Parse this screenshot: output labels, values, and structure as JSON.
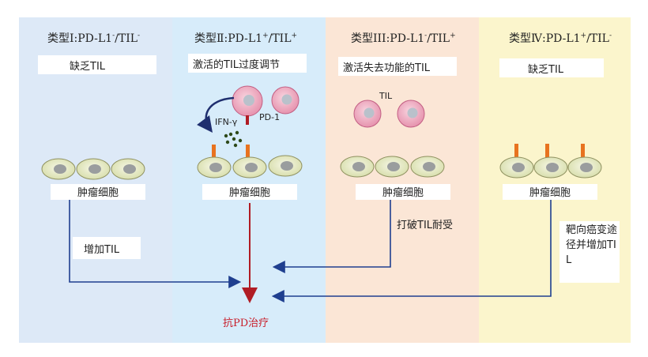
{
  "panels": [
    {
      "title_prefix": "类型Ⅰ:PD-L1",
      "title_sup1": "-",
      "title_mid": "/TIL",
      "title_sup2": "-",
      "status": "缺乏TIL",
      "cell_label": "肿瘤细胞",
      "action": "增加TIL"
    },
    {
      "title_prefix": "类型Ⅱ:PD-L1",
      "title_sup1": "+",
      "title_mid": "/TIL",
      "title_sup2": "+",
      "status": "激活的TIL过度调节",
      "cell_label": "肿瘤细胞"
    },
    {
      "title_prefix": "类型III:PD-L1",
      "title_sup1": "-",
      "title_mid": "/TIL",
      "title_sup2": "+",
      "status": "激活失去功能的TIL",
      "cell_label": "肿瘤细胞",
      "action": "打破TIL耐受"
    },
    {
      "title_prefix": "类型Ⅳ:PD-L1",
      "title_sup1": "+",
      "title_mid": "/TIL",
      "title_sup2": "-",
      "status": "缺乏TIL",
      "cell_label": "肿瘤细胞",
      "action": "靶向癌变途径并增加TIL"
    }
  ],
  "panel2_labels": {
    "ifn": "IFN-γ",
    "pd1": "PD-1"
  },
  "panel3_labels": {
    "til": "TIL"
  },
  "target": "抗PD治疗",
  "colors": {
    "panel1": "#dde9f7",
    "panel2": "#d7ecfa",
    "panel3": "#fbe6d6",
    "panel4": "#fbf5cc",
    "arrow_blue": "#1f3f8f",
    "arrow_red": "#b01c24",
    "pdl1_orange": "#e8731f",
    "cell_fill": "#e8ecc7",
    "cell_nucleus": "#9a9d9e",
    "til_fill": "#f3b5c8",
    "til_nucleus": "#b9c1cb",
    "ifn_dots": "#2e4a1a"
  }
}
